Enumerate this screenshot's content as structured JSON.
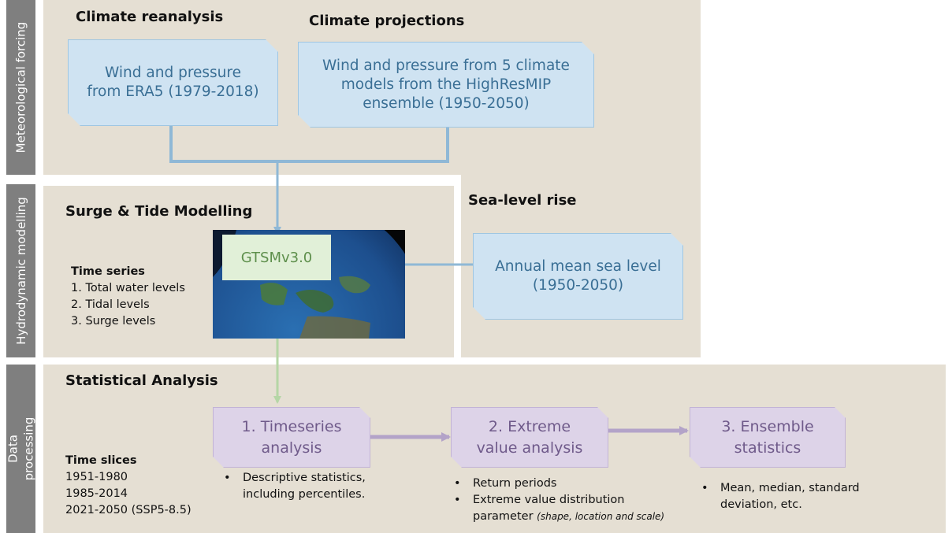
{
  "side_labels": {
    "meteorological": "Meteorological forcing",
    "hydrodynamic": "Hydrodynamic modelling",
    "data_processing_line1": "Data",
    "data_processing_line2": "processing"
  },
  "meteorological": {
    "reanalysis_title": "Climate reanalysis",
    "projections_title": "Climate projections",
    "reanalysis_box": "Wind and pressure\nfrom ERA5 (1979-2018)",
    "projections_box": "Wind and pressure from 5 climate\nmodels from the HighResMIP\nensemble (1950-2050)"
  },
  "hydrodynamic": {
    "title": "Surge & Tide Modelling",
    "model_label": "GTSMv3.0",
    "time_series_title": "Time series",
    "time_series_items": [
      "1. Total water levels",
      "2. Tidal levels",
      "3. Surge levels"
    ]
  },
  "sea_level": {
    "title": "Sea-level rise",
    "box": "Annual mean sea level\n(1950-2050)"
  },
  "statistical": {
    "title": "Statistical Analysis",
    "time_slices_title": "Time slices",
    "time_slices": [
      "1951-1980",
      "1985-2014",
      "2021-2050 (SSP5-8.5)"
    ],
    "step1": "1. Timeseries\nanalysis",
    "step2": "2. Extreme\nvalue analysis",
    "step3": "3. Ensemble\nstatistics",
    "step1_bullet": "Descriptive statistics,\nincluding percentiles.",
    "step2_bullet1": "Return periods",
    "step2_bullet2_line1": "Extreme value distribution",
    "step2_bullet2_line2": "parameter ",
    "step2_bullet2_italic": "(shape, location and scale)",
    "step3_bullet": "Mean, median, standard\ndeviation, etc."
  },
  "colors": {
    "panel": "#e5dfd3",
    "side": "#7f7f7f",
    "blue_fill": "#cfe3f2",
    "blue_text": "#3a6f95",
    "purple_fill": "#ddd3e8",
    "purple_text": "#6f5a8a",
    "green_fill": "#e1f0d8",
    "green_text": "#5e8f4c"
  }
}
